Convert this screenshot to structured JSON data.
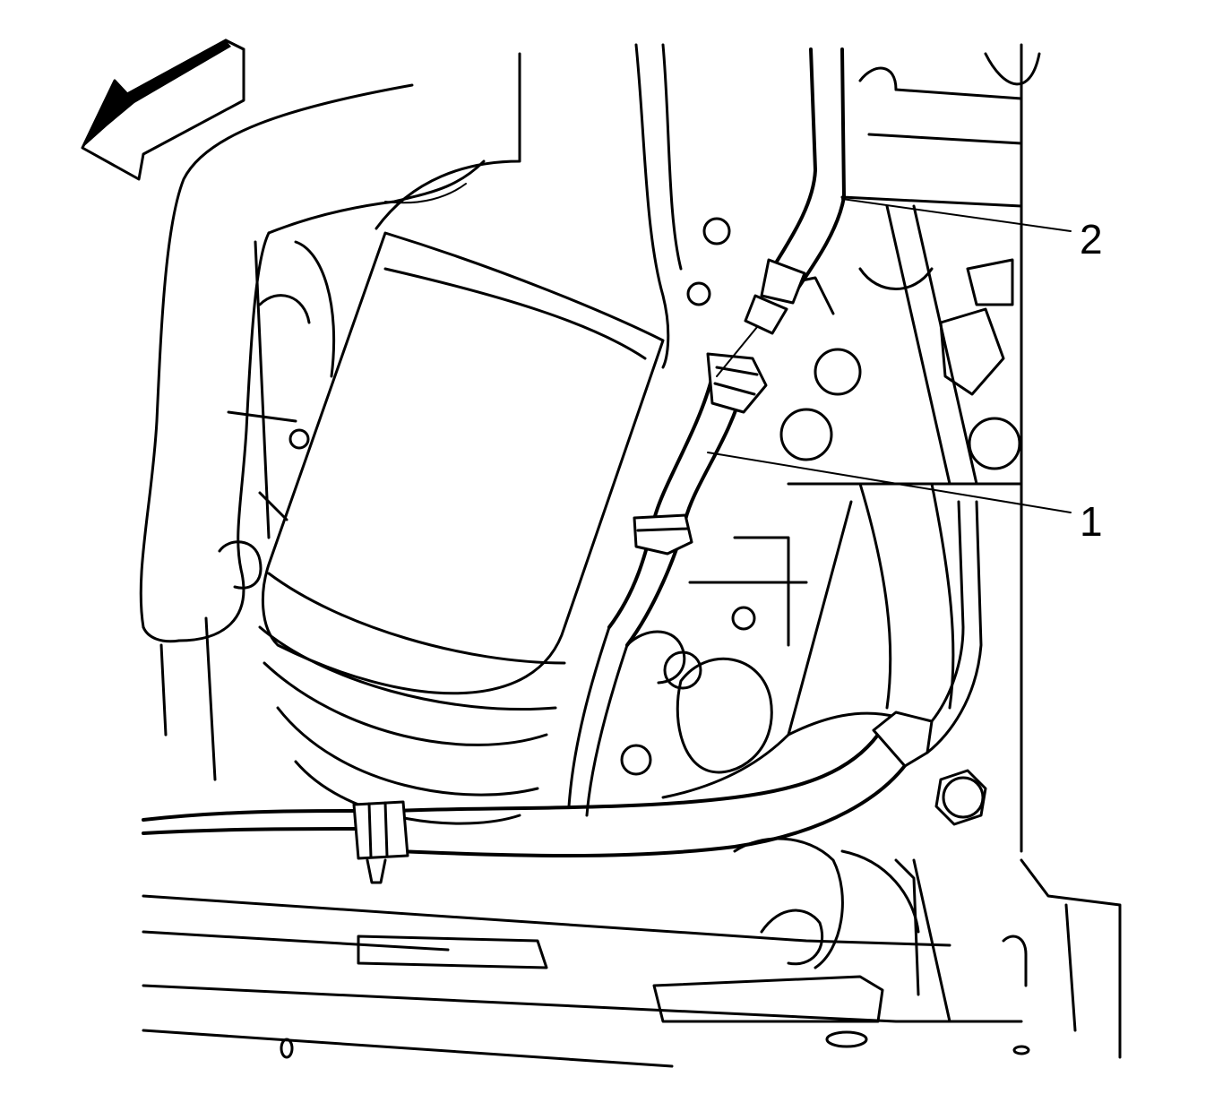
{
  "callouts": [
    {
      "id": "1",
      "label": "1"
    },
    {
      "id": "2",
      "label": "2"
    }
  ],
  "colors": {
    "line": "#000000",
    "background": "#ffffff"
  },
  "icons": {
    "direction": "front-direction-arrow-icon"
  }
}
